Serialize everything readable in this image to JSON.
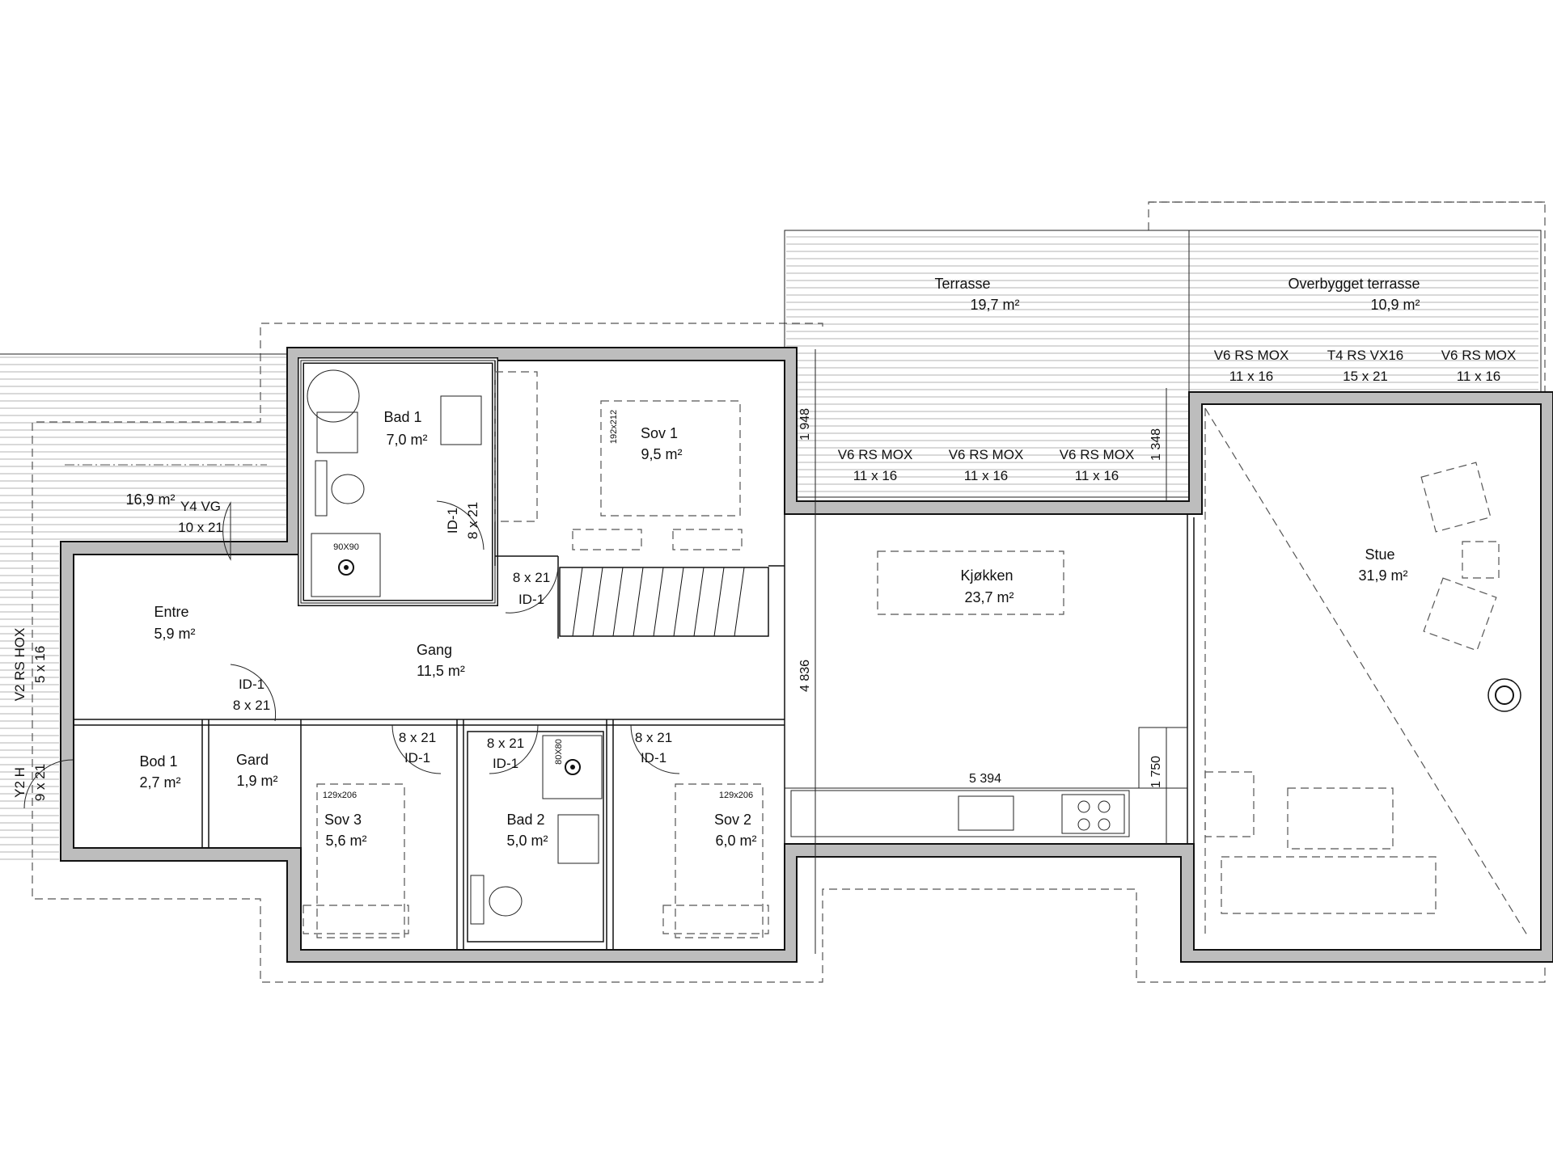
{
  "rooms": {
    "terrasse": {
      "name": "Terrasse",
      "area": "19,7 m²"
    },
    "overbygget": {
      "name": "Overbygget terrasse",
      "area": "10,9 m²"
    },
    "bad1": {
      "name": "Bad 1",
      "area": "7,0 m²"
    },
    "sov1": {
      "name": "Sov 1",
      "area": "9,5 m²"
    },
    "entre": {
      "name": "Entre",
      "area": "5,9 m²"
    },
    "gang": {
      "name": "Gang",
      "area": "11,5 m²"
    },
    "kjokken": {
      "name": "Kjøkken",
      "area": "23,7 m²"
    },
    "stue": {
      "name": "Stue",
      "area": "31,9 m²"
    },
    "bod1": {
      "name": "Bod 1",
      "area": "2,7 m²"
    },
    "gard": {
      "name": "Gard",
      "area": "1,9 m²"
    },
    "sov3": {
      "name": "Sov 3",
      "area": "5,6 m²"
    },
    "bad2": {
      "name": "Bad 2",
      "area": "5,0 m²"
    },
    "sov2": {
      "name": "Sov 2",
      "area": "6,0 m²"
    },
    "left_terrace": {
      "area": "16,9 m²"
    }
  },
  "windows": {
    "top1": {
      "type": "V6 RS MOX",
      "size": "11 x 16"
    },
    "top2": {
      "type": "T4 RS VX16",
      "size": "15 x 21"
    },
    "top3": {
      "type": "V6 RS MOX",
      "size": "11 x 16"
    },
    "mid1": {
      "type": "V6 RS MOX",
      "size": "11 x 16"
    },
    "mid2": {
      "type": "V6 RS MOX",
      "size": "11 x 16"
    },
    "mid3": {
      "type": "V6 RS MOX",
      "size": "11 x 16"
    },
    "y4": {
      "type": "Y4 VG",
      "size": "10 x 21"
    },
    "v2": {
      "type": "V2 RS HOX",
      "size": "5 x 16"
    },
    "y2": {
      "type": "Y2 H",
      "size": "9 x 21"
    }
  },
  "doors": {
    "bad1": {
      "id": "ID-1",
      "size": "8 x 21"
    },
    "stair": {
      "size": "8 x 21",
      "id": "ID-1"
    },
    "entre": {
      "id": "ID-1",
      "size": "8 x 21"
    },
    "sov3": {
      "size": "8 x 21",
      "id": "ID-1"
    },
    "bad2": {
      "size": "8 x 21",
      "id": "ID-1"
    },
    "sov2": {
      "size": "8 x 21",
      "id": "ID-1"
    }
  },
  "fixtures": {
    "shower1": "90X90",
    "shower2": "80X80",
    "bed1": "192x212",
    "bed3": "129x206",
    "bed2": "129x206"
  },
  "dimensions": {
    "d1948": "1 948",
    "d1348": "1 348",
    "d4836": "4 836",
    "d5394": "5 394",
    "d1750": "1 750"
  }
}
